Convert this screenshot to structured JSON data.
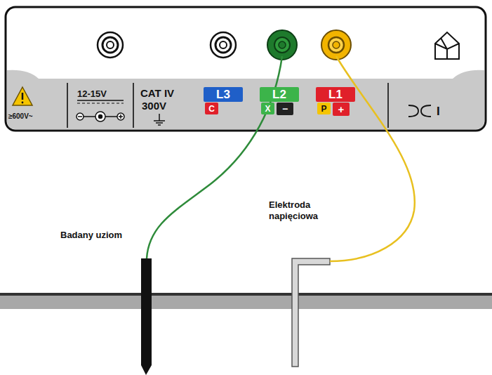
{
  "diagram": {
    "nodes": [
      {
        "text": [
          "L3"
        ]
      },
      {
        "text": [
          "C"
        ]
      },
      {
        "text": [
          "L2"
        ]
      },
      {
        "text": [
          "X"
        ]
      },
      {
        "text": [
          "−"
        ]
      },
      {
        "text": [
          "L1"
        ]
      },
      {
        "text": [
          "P"
        ]
      },
      {
        "text": [
          "+"
        ]
      }
    ],
    "labels": [
      "≥600V~",
      "12-15V",
      "CAT IV",
      "300V",
      "I",
      "Badany uziom",
      "Elektroda napięciowa"
    ]
  }
}
